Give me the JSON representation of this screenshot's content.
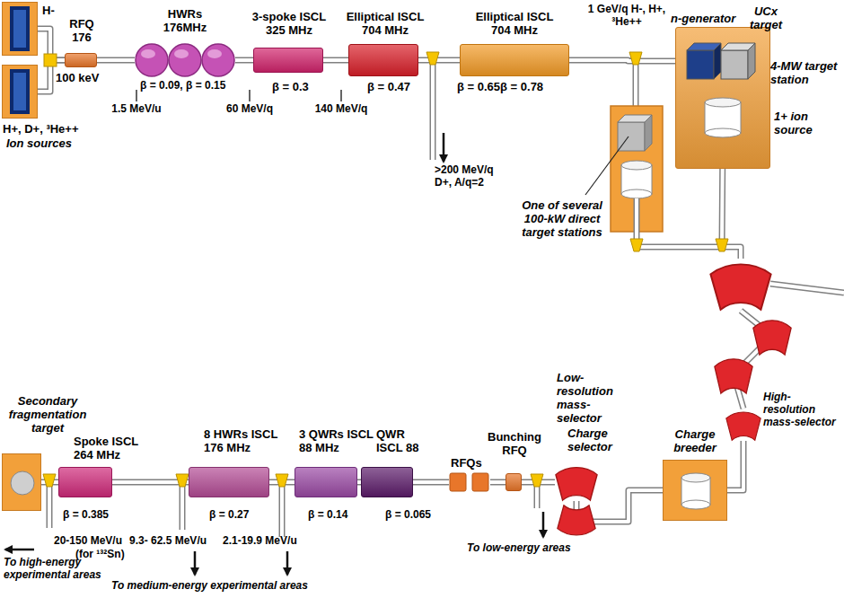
{
  "diagram": {
    "nodes": [
      {
        "text": [
          "H-"
        ]
      },
      {
        "text": [
          "H+, D+, ³He++",
          "Ion sources"
        ]
      },
      {
        "text": [
          "RFQ 176"
        ]
      },
      {
        "text": [
          "HWRs 176MHz",
          "β = 0.09, β = 0.15"
        ]
      },
      {
        "text": [
          "3-spoke ISCL 325 MHz",
          "β = 0.3"
        ]
      },
      {
        "text": [
          "Elliptical ISCL 704 MHz",
          "β = 0.47"
        ]
      },
      {
        "text": [
          "Elliptical ISCL 704 MHz",
          "β = 0.65β = 0.78"
        ]
      },
      {
        "text": [
          "4-MW target station"
        ]
      },
      {
        "text": [
          "n-generator"
        ],
        "in": 7
      },
      {
        "text": [
          "UCx target"
        ],
        "in": 7
      },
      {
        "text": [
          "1+ ion source"
        ],
        "in": 7
      },
      {
        "text": [
          "Low-resolution mass-selector"
        ]
      },
      {
        "text": [
          "High-resolution mass-selector"
        ]
      },
      {
        "text": [
          "Charge breeder"
        ]
      },
      {
        "text": [
          "Charge selector"
        ]
      },
      {
        "text": [
          "Bunching RFQ"
        ]
      },
      {
        "text": [
          "RFQs"
        ]
      },
      {
        "text": [
          "QWR ISCL 88",
          "β = 0.065"
        ]
      },
      {
        "text": [
          "3 QWRs ISCL 88 MHz",
          "β = 0.14"
        ]
      },
      {
        "text": [
          "8 HWRs ISCL 176 MHz",
          "β = 0.27"
        ]
      },
      {
        "text": [
          "Spoke ISCL 264 MHz",
          "β = 0.385"
        ]
      },
      {
        "text": [
          "Secondary fragmentation target"
        ]
      }
    ],
    "edges": [
      {
        "from": 0,
        "to": 2,
        "arrow": "none"
      },
      {
        "from": 1,
        "to": 2,
        "arrow": "none"
      },
      {
        "from": 2,
        "to": 3,
        "arrow": "none"
      },
      {
        "from": 3,
        "to": 4,
        "arrow": "none"
      },
      {
        "from": 4,
        "to": 5,
        "arrow": "none"
      },
      {
        "from": 5,
        "to": 6,
        "arrow": "none"
      },
      {
        "from": 6,
        "to": 8,
        "arrow": "none"
      },
      {
        "from": 10,
        "to": 11,
        "arrow": "none"
      },
      {
        "from": 11,
        "to": 12,
        "arrow": "none"
      },
      {
        "from": 12,
        "to": 13,
        "arrow": "none"
      },
      {
        "from": 13,
        "to": 14,
        "arrow": "none"
      },
      {
        "from": 14,
        "to": 15,
        "arrow": "none"
      },
      {
        "from": 15,
        "to": 16,
        "arrow": "none"
      },
      {
        "from": 16,
        "to": 17,
        "arrow": "none"
      },
      {
        "from": 17,
        "to": 18,
        "arrow": "none"
      },
      {
        "from": 18,
        "to": 19,
        "arrow": "none"
      },
      {
        "from": 19,
        "to": 20,
        "arrow": "none"
      },
      {
        "from": 20,
        "to": 21,
        "arrow": "none"
      }
    ],
    "labels": [
      "100 keV",
      "1.5 MeV/u",
      "60 MeV/q",
      "140 MeV/q",
      ">200 MeV/q D+, A/q=2",
      "1 GeV/q H-, H+, ³He++",
      "One of several 100-kW direct target stations",
      "20-150 MeV/u",
      "(for ¹³²Sn)",
      "To high-energy experimental areas",
      "9.3- 62.5 MeV/u",
      "2.1-19.9 MeV/u",
      "To medium-energy experimental areas",
      "To low-energy areas"
    ]
  }
}
